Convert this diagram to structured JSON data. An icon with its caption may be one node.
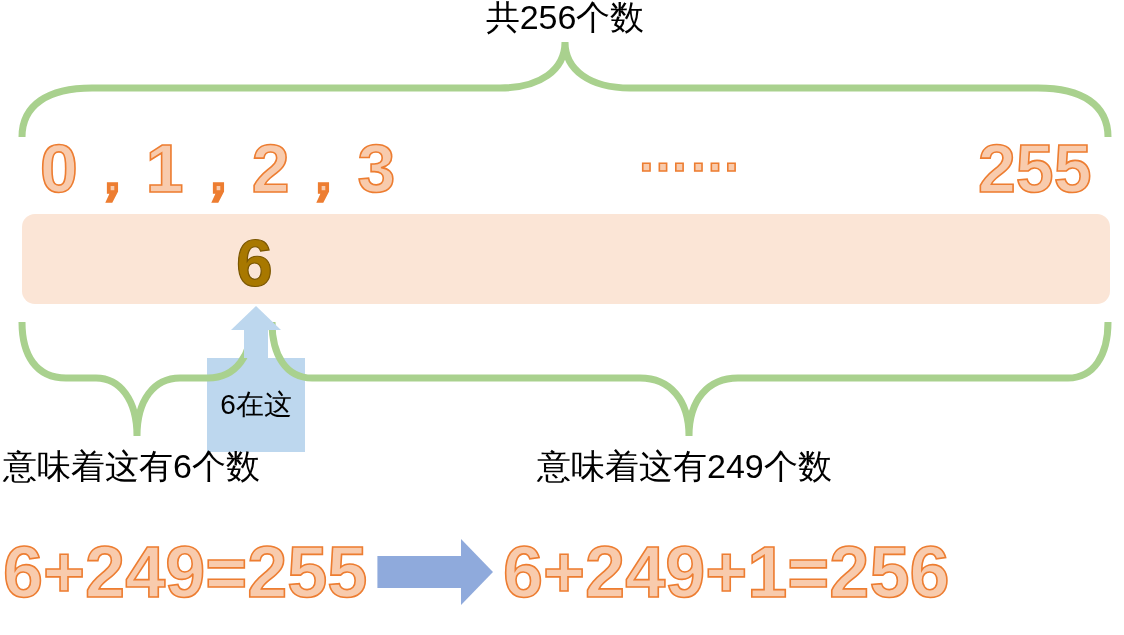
{
  "diagram": {
    "nodes": [
      {
        "text": [
          "6"
        ]
      },
      {
        "text": [
          "6在这"
        ]
      },
      {
        "text": [
          "6+249=255"
        ]
      },
      {
        "text": [
          "6+249+1=256"
        ]
      }
    ],
    "edges": [
      {
        "from": 1,
        "to": 0,
        "arrow": "to",
        "color": "#bdd7ee"
      },
      {
        "from": 2,
        "to": 3,
        "arrow": "to",
        "color": "#8faadc"
      }
    ],
    "labels": [
      "共256个数",
      "0，1，2，3",
      "……",
      "255",
      "意味着这有6个数",
      "意味着这有249个数"
    ]
  }
}
